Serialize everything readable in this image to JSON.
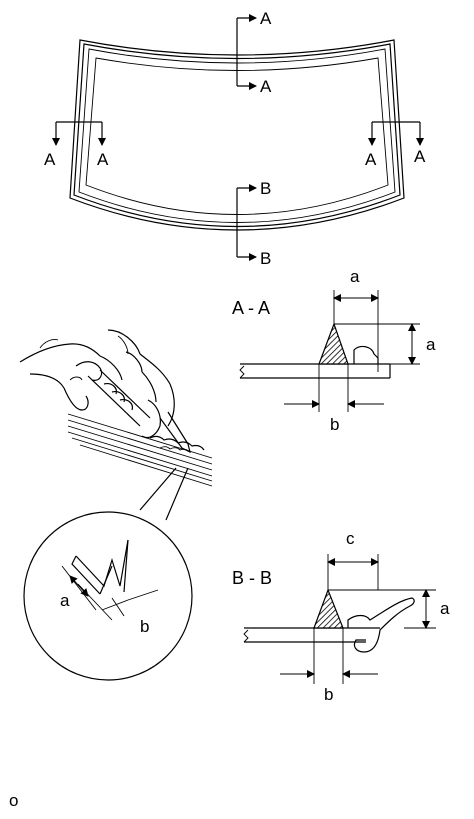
{
  "windshield": {
    "cut_labels": {
      "top_upper": "A",
      "top_lower": "A",
      "left_outer": "A",
      "left_inner": "A",
      "right_inner": "A",
      "right_outer": "A",
      "bottom_upper": "B",
      "bottom_lower": "B"
    }
  },
  "detail": {
    "dim_a": "a",
    "dim_b": "b"
  },
  "section_aa": {
    "title": "A - A",
    "dim_top": "a",
    "dim_side": "a",
    "dim_bottom": "b"
  },
  "section_bb": {
    "title": "B - B",
    "dim_top": "c",
    "dim_side": "a",
    "dim_bottom": "b"
  },
  "footer": {
    "mark": "o"
  }
}
